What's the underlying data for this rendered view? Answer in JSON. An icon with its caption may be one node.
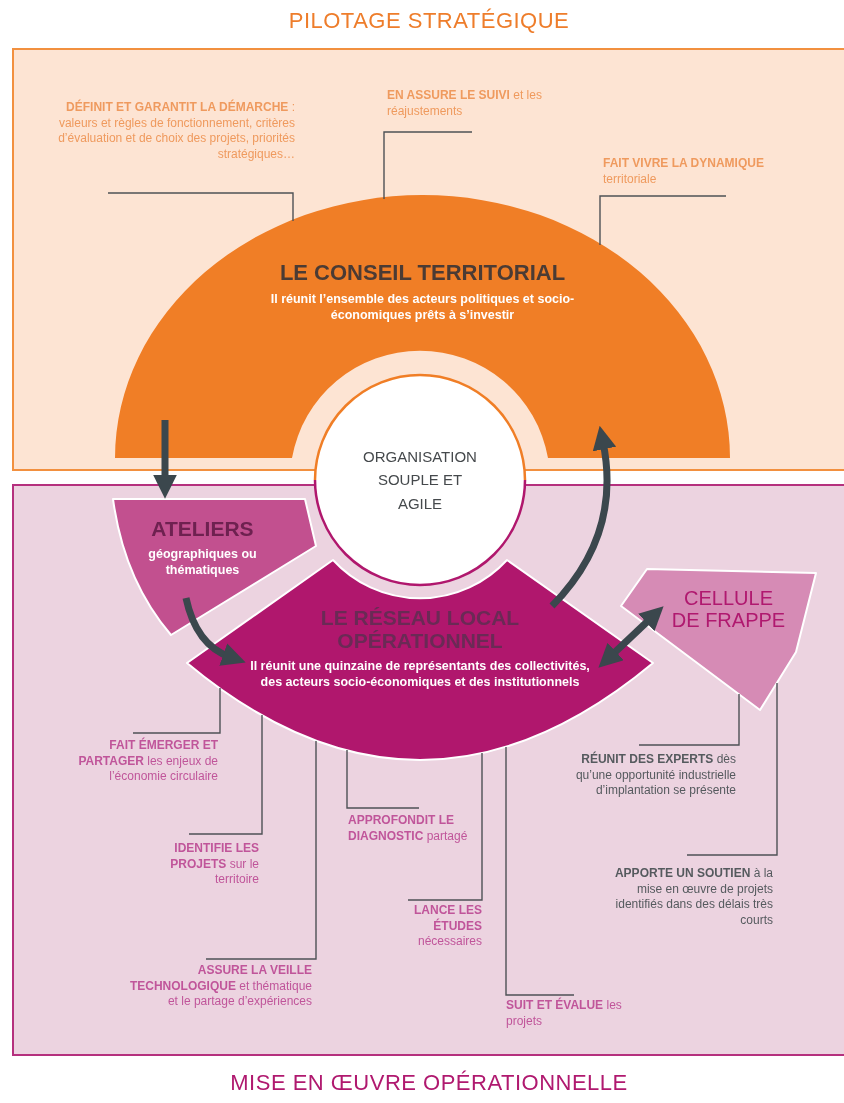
{
  "diagram": {
    "nodes": [
      {
        "text": [
          "PILOTAGE STRATÉGIQUE"
        ]
      },
      {
        "text": [
          "LE CONSEIL TERRITORIAL",
          "Il réunit l’ensemble des acteurs politiques et socio-économiques prêts à s’investir"
        ],
        "in": 0
      },
      {
        "text": [
          "**DÉFINIT ET GARANTIT LA DÉMARCHE** : valeurs et règles de fonctionnement, critères d’évaluation et de choix des projets, priorités stratégiques…"
        ],
        "in": 0
      },
      {
        "text": [
          "**EN ASSURE LE SUIVI** et les réajustements"
        ],
        "in": 0
      },
      {
        "text": [
          "**FAIT VIVRE LA DYNAMIQUE** territoriale"
        ],
        "in": 0
      },
      {
        "text": [
          "ORGANISATION SOUPLE ET AGILE"
        ]
      },
      {
        "text": [
          "MISE EN ŒUVRE OPÉRATIONNELLE"
        ]
      },
      {
        "text": [
          "ATELIERS",
          "géographiques ou thématiques"
        ],
        "in": 6
      },
      {
        "text": [
          "LE RÉSEAU LOCAL OPÉRATIONNEL",
          "Il réunit une quinzaine de représentants des collectivités, des acteurs socio-économiques et des institutionnels"
        ],
        "in": 6
      },
      {
        "text": [
          "CELLULE DE FRAPPE"
        ],
        "in": 6
      },
      {
        "text": [
          "**FAIT ÉMERGER ET PARTAGER** les enjeux de l’économie circulaire"
        ],
        "in": 6
      },
      {
        "text": [
          "**IDENTIFIE LES PROJETS** sur le territoire"
        ],
        "in": 6
      },
      {
        "text": [
          "**ASSURE LA VEILLE TECHNOLOGIQUE** et thématique et le partage d’expériences"
        ],
        "in": 6
      },
      {
        "text": [
          "**APPROFONDIT LE DIAGNOSTIC** partagé"
        ],
        "in": 6
      },
      {
        "text": [
          "**LANCE LES ÉTUDES** nécessaires"
        ],
        "in": 6
      },
      {
        "text": [
          "**SUIT ET ÉVALUE** les projets"
        ],
        "in": 6
      },
      {
        "text": [
          "**RÉUNIT DES EXPERTS** dès qu’une opportunité industrielle d’implantation se présente"
        ],
        "in": 6
      },
      {
        "text": [
          "**APPORTE UN SOUTIEN** à la mise en œuvre de projets identifiés dans des délais très courts"
        ],
        "in": 6
      }
    ],
    "edges": [
      {
        "from": 2,
        "to": 1,
        "arrow": "none"
      },
      {
        "from": 3,
        "to": 1,
        "arrow": "none"
      },
      {
        "from": 4,
        "to": 1,
        "arrow": "none"
      },
      {
        "from": 1,
        "to": 7,
        "arrow": "to",
        "style": "thick"
      },
      {
        "from": 7,
        "to": 8,
        "arrow": "to",
        "style": "thick"
      },
      {
        "from": 8,
        "to": 1,
        "arrow": "to",
        "style": "thick"
      },
      {
        "from": 8,
        "to": 9,
        "arrow": "both",
        "style": "thick"
      },
      {
        "from": 10,
        "to": 8,
        "arrow": "none"
      },
      {
        "from": 11,
        "to": 8,
        "arrow": "none"
      },
      {
        "from": 12,
        "to": 8,
        "arrow": "none"
      },
      {
        "from": 13,
        "to": 8,
        "arrow": "none"
      },
      {
        "from": 14,
        "to": 8,
        "arrow": "none"
      },
      {
        "from": 15,
        "to": 8,
        "arrow": "none"
      },
      {
        "from": 16,
        "to": 9,
        "arrow": "none"
      },
      {
        "from": 17,
        "to": 9,
        "arrow": "none"
      }
    ]
  }
}
